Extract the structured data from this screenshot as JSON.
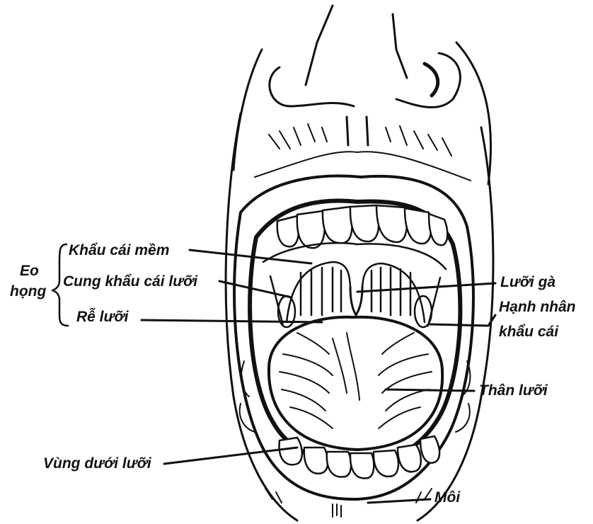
{
  "group": {
    "line1": "Eo",
    "line2": "họng"
  },
  "labels": {
    "khau_cai_mem": "Khẩu cái mềm",
    "cung_khau_cai_luoi": "Cung khẩu cái lưỡi",
    "re_luoi": "Rễ lưỡi",
    "luoi_ga": "Lưỡi gà",
    "hanh_nhan_line1": "Hạnh nhân",
    "hanh_nhan_line2": "khẩu cái",
    "than_luoi": "Thân lưỡi",
    "vung_duoi_luoi": "Vùng dưới lưỡi",
    "moi": "Môi"
  }
}
